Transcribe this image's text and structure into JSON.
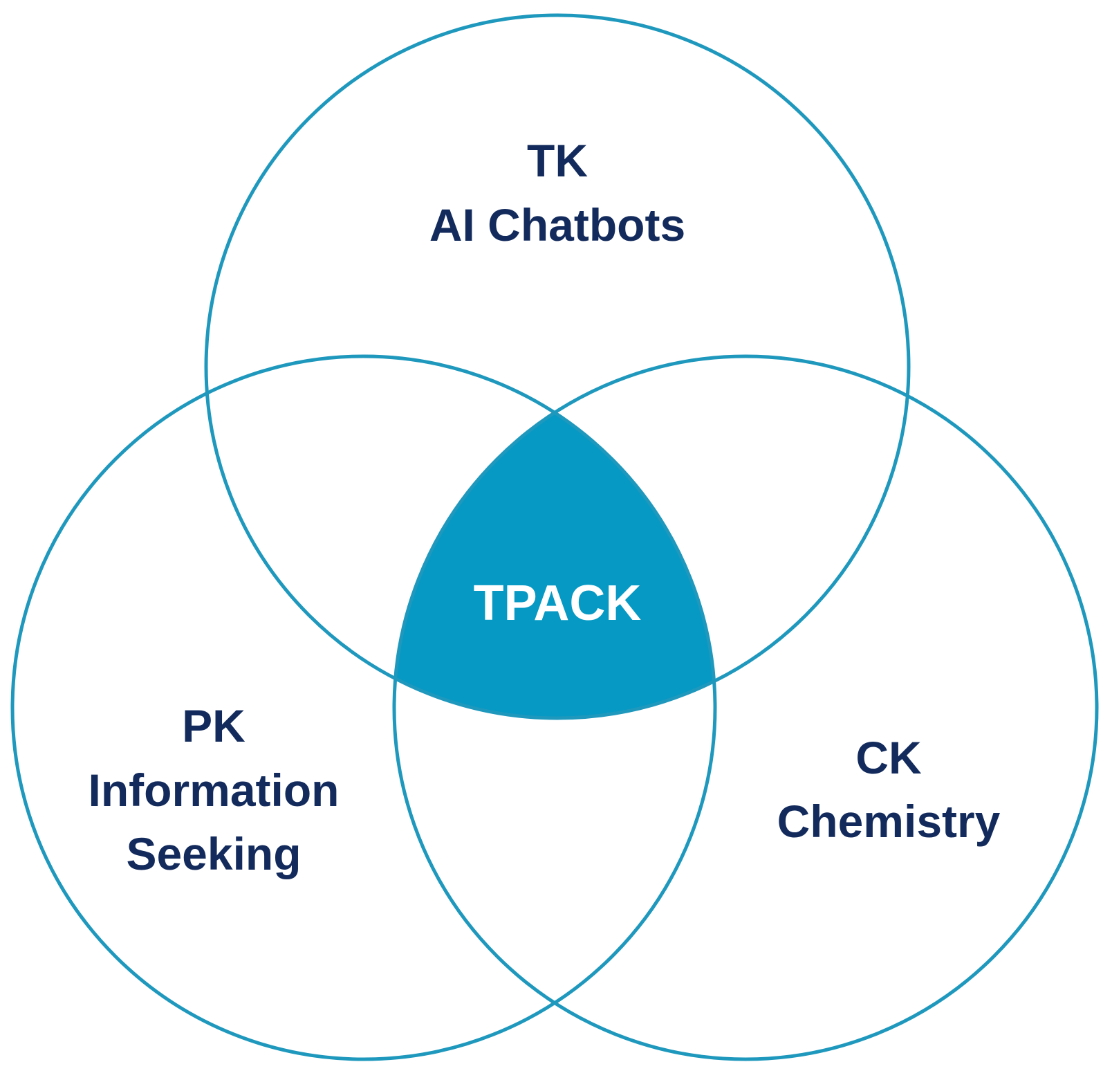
{
  "colors": {
    "circle_stroke": "#1f98bd",
    "intersection_fill": "#0599c4",
    "label_text": "#132b5c",
    "center_text": "#ffffff",
    "background": "#ffffff"
  },
  "circles": {
    "tk": {
      "line1": "TK",
      "line2": "AI Chatbots"
    },
    "pk": {
      "line1": "PK",
      "line2": "Information",
      "line3": "Seeking"
    },
    "ck": {
      "line1": "CK",
      "line2": "Chemistry"
    }
  },
  "center": {
    "label": "TPACK"
  }
}
